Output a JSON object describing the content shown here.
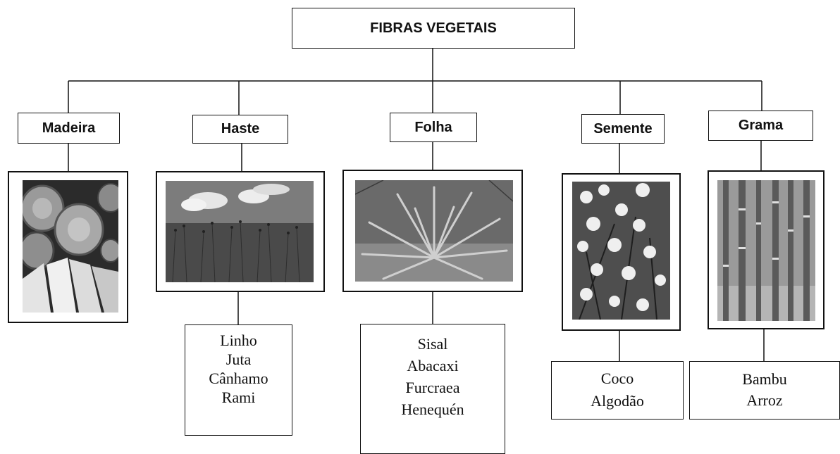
{
  "title": "FIBRAS VEGETAIS",
  "categories": [
    {
      "name": "Madeira",
      "image": "wood-logs-photo",
      "items": []
    },
    {
      "name": "Haste",
      "image": "flax-field-photo",
      "items": [
        "Linho",
        "Juta",
        "Cânhamo",
        "Rami"
      ]
    },
    {
      "name": "Folha",
      "image": "sisal-plant-photo",
      "items": [
        "Sisal",
        "Abacaxi",
        "Furcraea",
        "Henequén"
      ]
    },
    {
      "name": "Semente",
      "image": "cotton-plant-photo",
      "items": [
        "Coco",
        "Algodão"
      ]
    },
    {
      "name": "Grama",
      "image": "bamboo-forest-photo",
      "items": [
        "Bambu",
        "Arroz"
      ]
    }
  ]
}
